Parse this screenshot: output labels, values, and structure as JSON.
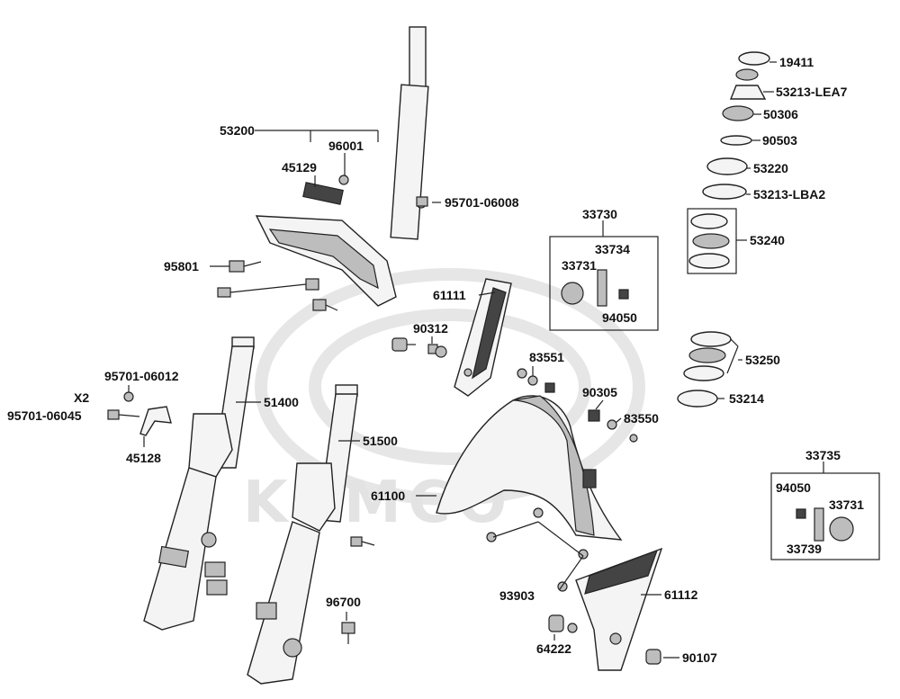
{
  "watermark": {
    "brand": "KYMCO"
  },
  "labels": {
    "p53200": "53200",
    "p96001": "96001",
    "p45129": "45129",
    "p95701_06008": "95701-06008",
    "p95801": "95801",
    "p95701_06012": "95701-06012",
    "x2": "X2",
    "p95701_06045": "95701-06045",
    "p45128": "45128",
    "p51400": "51400",
    "p51500": "51500",
    "p96700": "96700",
    "p61111": "61111",
    "p90312": "90312",
    "p83551": "83551",
    "p33730": "33730",
    "p33734": "33734",
    "p33731a": "33731",
    "p94050a": "94050",
    "p90305": "90305",
    "p83550": "83550",
    "p61100": "61100",
    "p93903": "93903",
    "p64222": "64222",
    "p61112": "61112",
    "p90107": "90107",
    "p19411": "19411",
    "p53213_LEA7": "53213-LEA7",
    "p50306": "50306",
    "p90503": "90503",
    "p53220": "53220",
    "p53213_LBA2": "53213-LBA2",
    "p53240": "53240",
    "p53250": "53250",
    "p53214": "53214",
    "p33735": "33735",
    "p94050b": "94050",
    "p33731b": "33731",
    "p33739": "33739"
  }
}
